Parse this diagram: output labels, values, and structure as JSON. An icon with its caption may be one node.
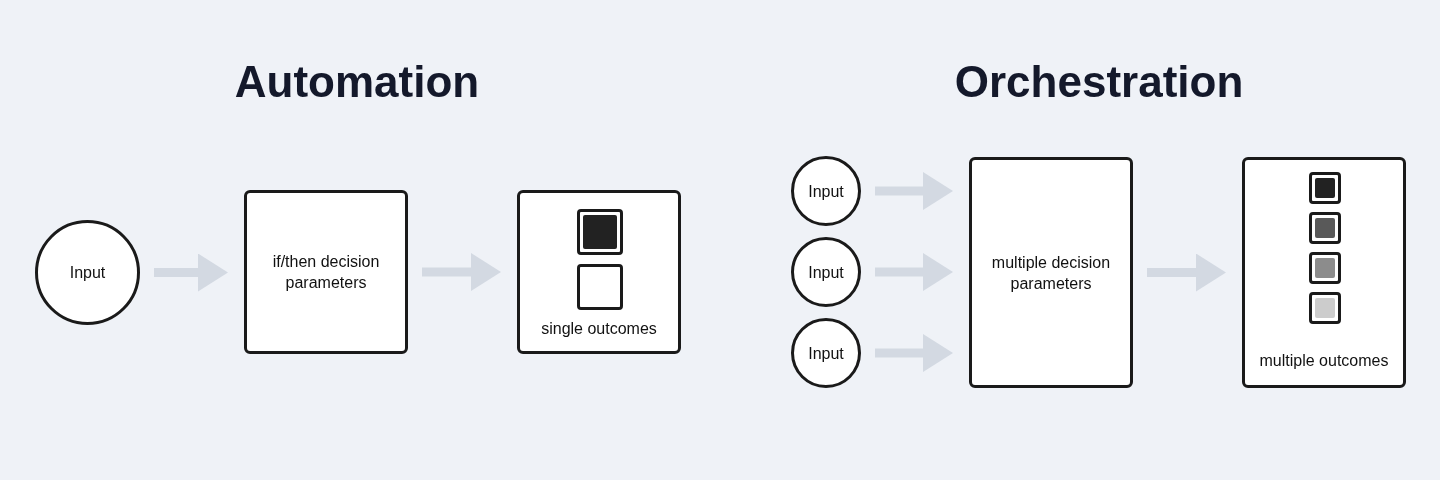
{
  "diagram": {
    "nodes": [
      {
        "text": [
          "Input"
        ]
      },
      {
        "text": [
          "if/then decision parameters"
        ]
      },
      {
        "text": [
          "single outcomes"
        ]
      },
      {
        "text": [
          "Input"
        ]
      },
      {
        "text": [
          "Input"
        ]
      },
      {
        "text": [
          "Input"
        ]
      },
      {
        "text": [
          "multiple decision parameters"
        ]
      },
      {
        "text": [
          "multiple outcomes"
        ]
      }
    ],
    "edges": [
      {
        "from": 0,
        "to": 1,
        "arrow": "to"
      },
      {
        "from": 1,
        "to": 2,
        "arrow": "to"
      },
      {
        "from": 3,
        "to": 6,
        "arrow": "to"
      },
      {
        "from": 4,
        "to": 6,
        "arrow": "to"
      },
      {
        "from": 5,
        "to": 6,
        "arrow": "to"
      },
      {
        "from": 6,
        "to": 7,
        "arrow": "to"
      }
    ],
    "labels": [
      "Automation",
      "Orchestration"
    ]
  }
}
